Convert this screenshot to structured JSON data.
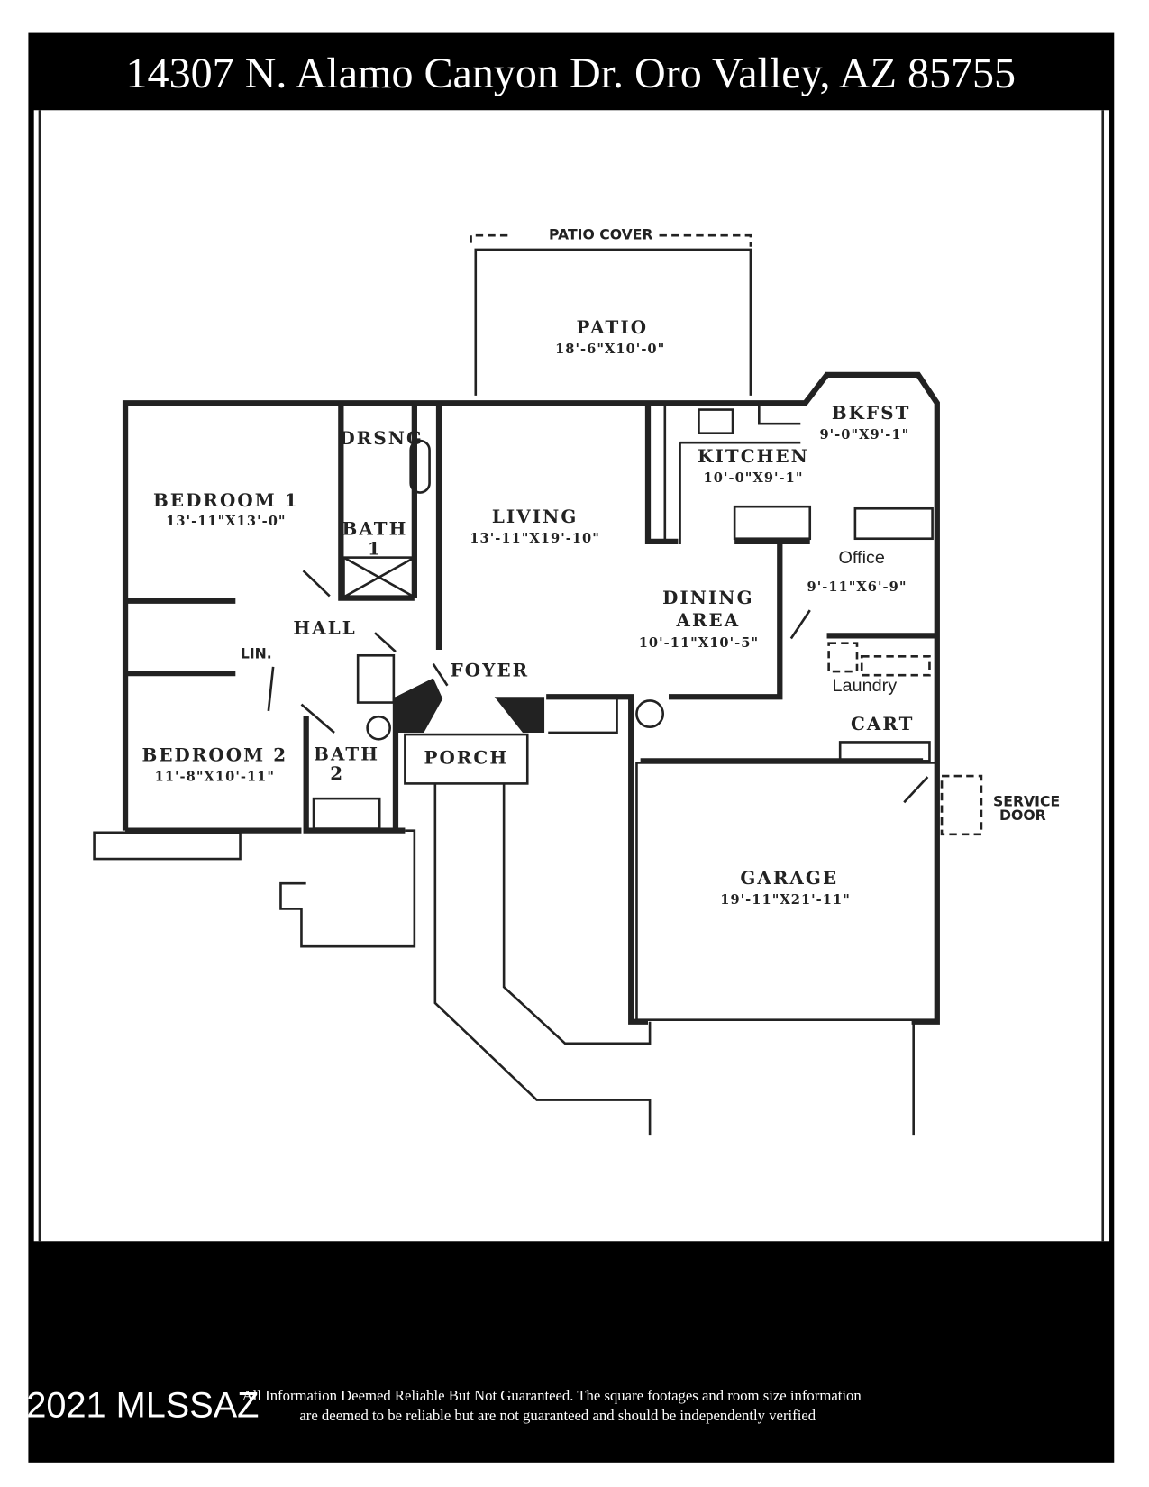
{
  "header": {
    "title": "14307 N. Alamo Canyon Dr. Oro Valley, AZ 85755"
  },
  "floorplan": {
    "patio_cover": "PATIO COVER",
    "rooms": [
      {
        "name": "PATIO",
        "size": "18'-6\"X10'-0\""
      },
      {
        "name": "BKFST",
        "size": "9'-0\"X9'-1\""
      },
      {
        "name": "KITCHEN",
        "size": "10'-0\"X9'-1\""
      },
      {
        "name": "BEDROOM 1",
        "size": "13'-11\"X13'-0\""
      },
      {
        "name": "LIVING",
        "size": "13'-11\"X19'-10\""
      },
      {
        "name": "Office",
        "size": "9'-11\"X6'-9\""
      },
      {
        "name": "DINING",
        "name2": "AREA",
        "size": "10'-11\"X10'-5\""
      },
      {
        "name": "BEDROOM 2",
        "size": "11'-8\"X10'-11\""
      },
      {
        "name": "GARAGE",
        "size": "19'-11\"X21'-11\""
      }
    ],
    "labels": {
      "drsng": "DRSNG",
      "bath1": "BATH",
      "bath1_num": "1",
      "hall": "HALL",
      "lin": "LIN.",
      "foyer": "FOYER",
      "bath2": "BATH",
      "bath2_num": "2",
      "porch": "PORCH",
      "laundry": "Laundry",
      "cart": "CART",
      "service": "SERVICE",
      "door": "DOOR"
    }
  },
  "footer": {
    "copyright": "©2021 MLSSAZ",
    "disclaimer_line1": "All Information Deemed Reliable But Not Guaranteed. The square footages and room size information",
    "disclaimer_line2": "are deemed to be reliable but are not guaranteed and should be independently verified"
  }
}
